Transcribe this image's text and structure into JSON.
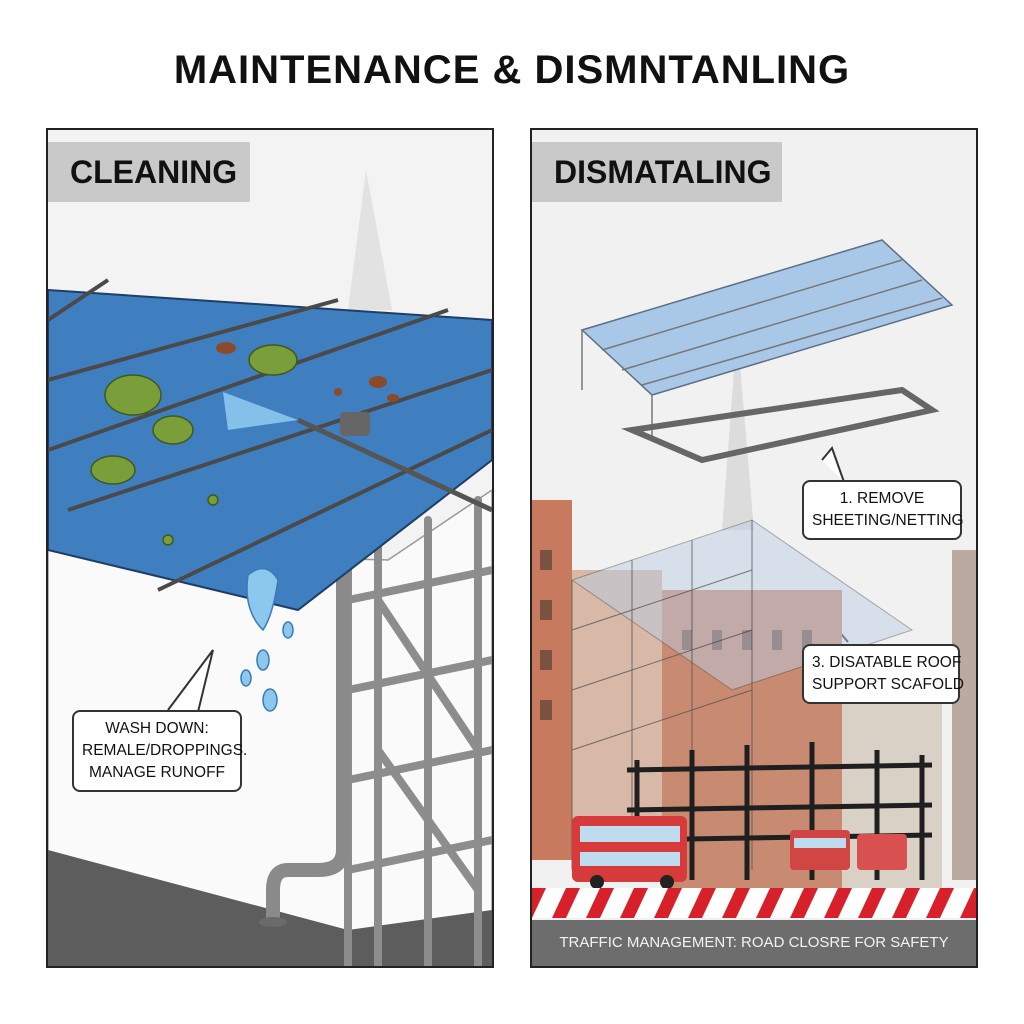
{
  "title": "MAINTENANCE & DISMNTANLING",
  "left_panel": {
    "header": "CLEANING",
    "callout": {
      "line1": "WASH DOWN:",
      "line2": "REMALE/DROPPINGS.",
      "line3": "MANAGE RUNOFF"
    }
  },
  "right_panel": {
    "header": "DISMATALING",
    "callout_remove": {
      "line1": "1. REMOVE",
      "line2": "SHEETING/NETTING"
    },
    "callout_roof": {
      "line1": "3. DISATABLE ROOF",
      "line2": "SUPPORT SCAFOLD"
    },
    "footer": "TRAFFIC MANAGEMENT: ROAD CLOSRE FOR SAFETY"
  },
  "colors": {
    "roof_blue": "#3f7fc0",
    "moss_green": "#7a9e3a",
    "scaffold_grey": "#9a9a9a",
    "water_blue": "#8cc8ee",
    "barrier_red": "#d8202a",
    "bus_red": "#d63a3a"
  }
}
